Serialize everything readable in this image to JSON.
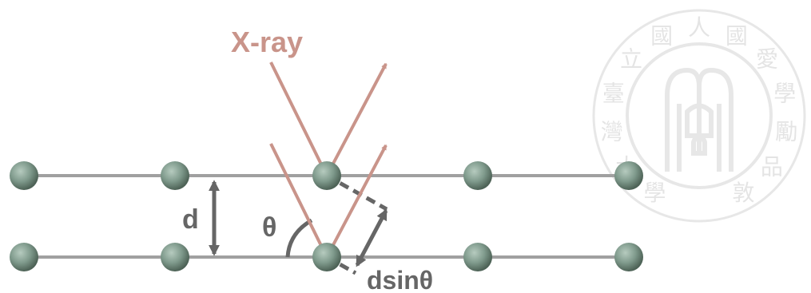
{
  "diagram": {
    "xray_label": "X-ray",
    "spacing_label": "d",
    "angle_label": "θ",
    "path_label": "dsinθ"
  },
  "watermark": {
    "kind": "university-seal",
    "characters": [
      "學",
      "大",
      "灣",
      "臺",
      "立",
      "國",
      "人",
      "國",
      "愛",
      "學",
      "勵",
      "品",
      "敦"
    ]
  },
  "colors": {
    "ray": "#c9948a",
    "lattice_line": "#a0a0a0",
    "atom": "#7f9a8c",
    "annotation": "#666666",
    "watermark": "#d4d4d4"
  },
  "lattice": {
    "rows": 2,
    "atoms_per_row": 5
  }
}
